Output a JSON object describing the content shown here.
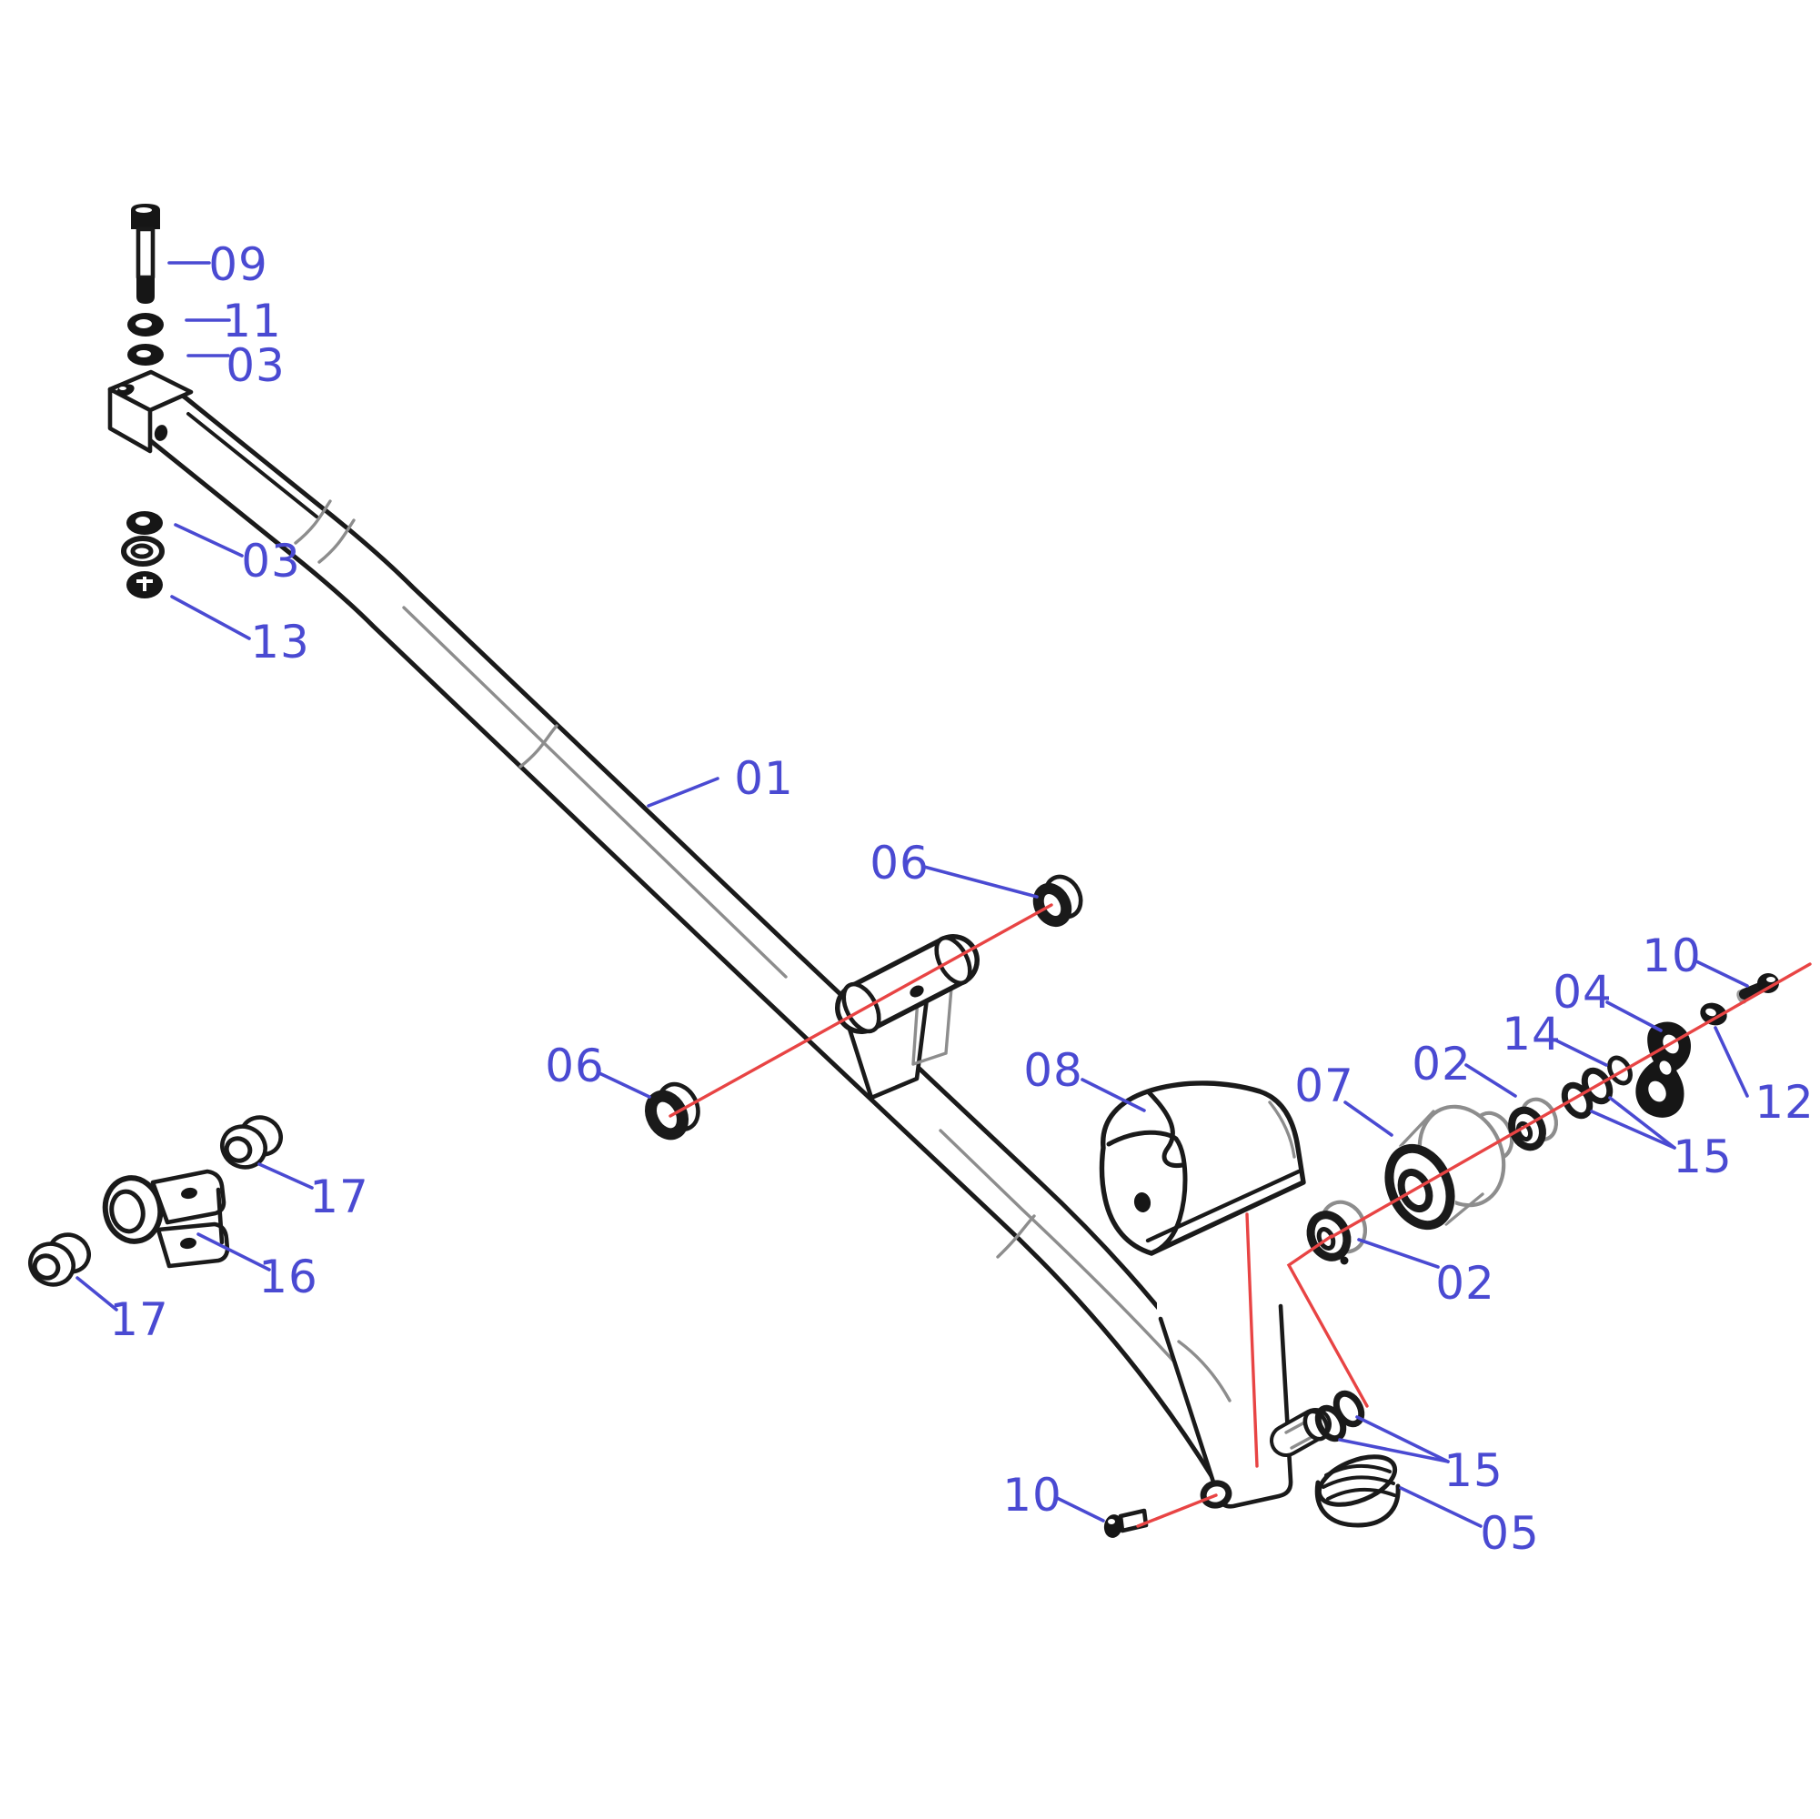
{
  "diagram": {
    "kind": "exploded-parts-diagram",
    "background_color": "#ffffff",
    "geometry_line_color": "#1a1a1a",
    "hidden_line_color": "#8d8d8d",
    "callout_text_color": "#4a4ad2",
    "leader_line_color": "#4a4ad2",
    "axis_line_color": "#e84444",
    "callouts": [
      {
        "part": "09",
        "label": "09"
      },
      {
        "part": "11",
        "label": "11"
      },
      {
        "part": "03",
        "label": "03"
      },
      {
        "part": "03",
        "label": "03"
      },
      {
        "part": "13",
        "label": "13"
      },
      {
        "part": "01",
        "label": "01"
      },
      {
        "part": "06",
        "label": "06"
      },
      {
        "part": "06",
        "label": "06"
      },
      {
        "part": "08",
        "label": "08"
      },
      {
        "part": "07",
        "label": "07"
      },
      {
        "part": "02",
        "label": "02"
      },
      {
        "part": "02",
        "label": "02"
      },
      {
        "part": "04",
        "label": "04"
      },
      {
        "part": "14",
        "label": "14"
      },
      {
        "part": "10",
        "label": "10"
      },
      {
        "part": "12",
        "label": "12"
      },
      {
        "part": "15",
        "label": "15"
      },
      {
        "part": "15",
        "label": "15"
      },
      {
        "part": "05",
        "label": "05"
      },
      {
        "part": "16",
        "label": "16"
      },
      {
        "part": "17",
        "label": "17"
      },
      {
        "part": "17",
        "label": "17"
      },
      {
        "part": "10",
        "label": "10"
      }
    ]
  }
}
